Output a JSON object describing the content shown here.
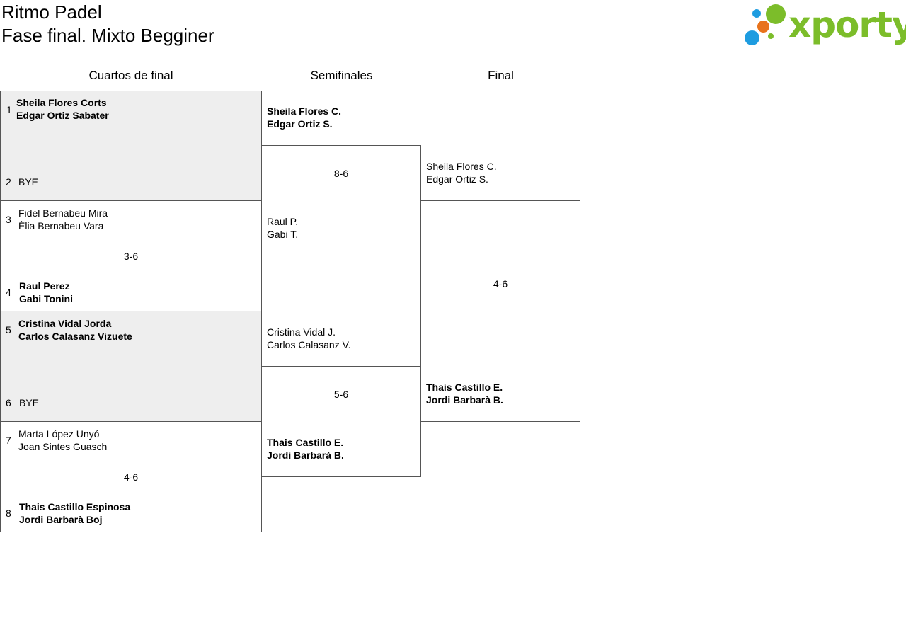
{
  "header": {
    "club": "Ritmo Padel",
    "stage": "Fase final. Mixto Begginer",
    "logo_text": "xporty"
  },
  "rounds": {
    "quarters": "Cuartos de final",
    "semis": "Semifinales",
    "final": "Final"
  },
  "quarterfinals": [
    {
      "top": {
        "seed": "1",
        "line1": "Sheila Flores Corts",
        "line2": "Edgar Ortiz Sabater"
      },
      "bottom": {
        "seed": "2",
        "line1": "BYE",
        "line2": ""
      },
      "score": ""
    },
    {
      "top": {
        "seed": "3",
        "line1": "Fidel Bernabeu Mira",
        "line2": "Èlia Bernabeu Vara"
      },
      "bottom": {
        "seed": "4",
        "line1": "Raul Perez",
        "line2": "Gabi Tonini"
      },
      "score": "3-6"
    },
    {
      "top": {
        "seed": "5",
        "line1": "Cristina Vidal Jorda",
        "line2": "Carlos Calasanz Vizuete"
      },
      "bottom": {
        "seed": "6",
        "line1": "BYE",
        "line2": ""
      },
      "score": ""
    },
    {
      "top": {
        "seed": "7",
        "line1": "Marta López Unyó",
        "line2": "Joan Sintes Guasch"
      },
      "bottom": {
        "seed": "8",
        "line1": "Thais Castillo Espinosa",
        "line2": "Jordi Barbarà Boj"
      },
      "score": "4-6"
    }
  ],
  "semifinals": [
    {
      "top": {
        "line1": "Sheila Flores C.",
        "line2": "Edgar Ortiz S."
      },
      "bottom": {
        "line1": "Raul P.",
        "line2": "Gabi T."
      },
      "score": "8-6"
    },
    {
      "top": {
        "line1": "Cristina Vidal J.",
        "line2": "Carlos Calasanz V."
      },
      "bottom": {
        "line1": "Thais Castillo E.",
        "line2": "Jordi Barbarà B."
      },
      "score": "5-6"
    }
  ],
  "final": {
    "top": {
      "line1": "Sheila Flores C.",
      "line2": "Edgar Ortiz S."
    },
    "bottom": {
      "line1": "Thais Castillo E.",
      "line2": "Jordi Barbarà B."
    },
    "score": "4-6"
  },
  "colors": {
    "logo_green": "#7cbd2a",
    "logo_blue": "#1e9ce0",
    "logo_orange": "#e8731c",
    "bye_fill": "#eeeeee"
  }
}
